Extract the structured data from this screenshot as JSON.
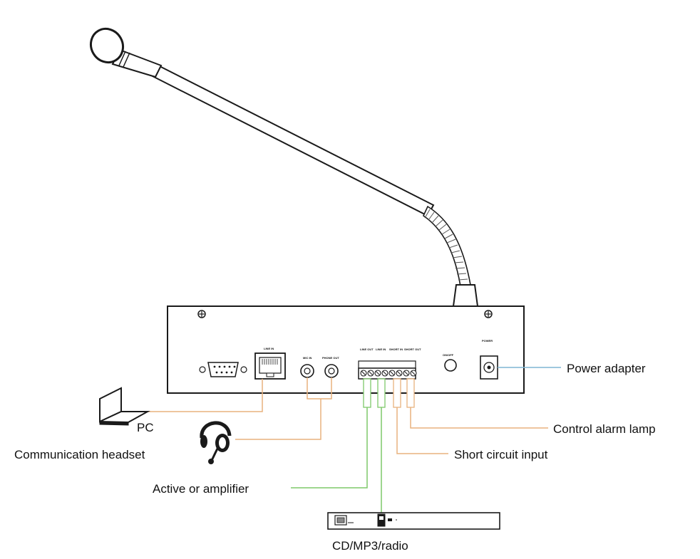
{
  "labels": {
    "power_adapter": "Power adapter",
    "pc": "PC",
    "communication_headset": "Communication headset",
    "control_alarm_lamp": "Control alarm lamp",
    "short_circuit_input": "Short circuit input",
    "active_or_amplifier": "Active or amplifier",
    "cd_mp3_radio": "CD/MP3/radio"
  },
  "panel_labels": {
    "line_in": "LINE IN",
    "mic_in": "MIC IN",
    "phone_out": "PHONE OUT",
    "line_out": "LINE OUT",
    "line_in_terminal": "LINE IN",
    "short_in": "SHORT IN",
    "short_out": "SHORT OUT",
    "on_off": "ON/OFF",
    "power": "POWER"
  },
  "colors": {
    "orange_wire": "#e8b27e",
    "green_wire": "#7ec86a",
    "blue_wire": "#7fb6d4",
    "outline": "#1a1a1a"
  }
}
